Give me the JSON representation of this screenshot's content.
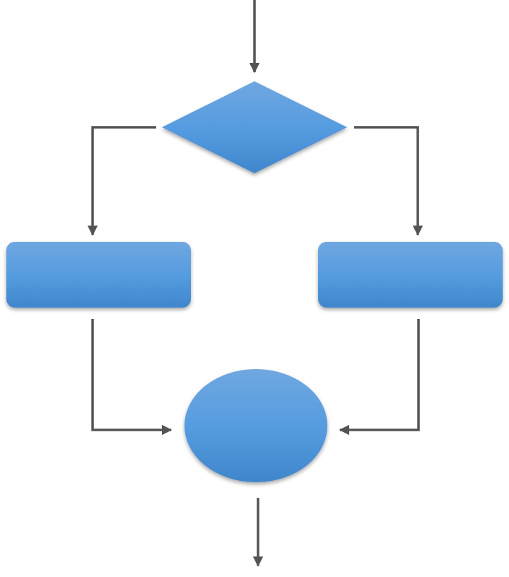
{
  "diagram": {
    "type": "flowchart",
    "colors": {
      "shape_fill_top": "#6fa7e0",
      "shape_fill_mid": "#569ce0",
      "shape_fill_bottom": "#3f86cc",
      "arrow": "#545454"
    },
    "nodes": [
      {
        "id": "decision",
        "shape": "diamond",
        "label": ""
      },
      {
        "id": "left-process",
        "shape": "rounded-rectangle",
        "label": ""
      },
      {
        "id": "right-process",
        "shape": "rounded-rectangle",
        "label": ""
      },
      {
        "id": "end",
        "shape": "ellipse",
        "label": ""
      }
    ],
    "edges": [
      {
        "from": "start",
        "to": "decision"
      },
      {
        "from": "decision",
        "to": "left-process"
      },
      {
        "from": "decision",
        "to": "right-process"
      },
      {
        "from": "left-process",
        "to": "end"
      },
      {
        "from": "right-process",
        "to": "end"
      },
      {
        "from": "end",
        "to": "exit"
      }
    ]
  }
}
